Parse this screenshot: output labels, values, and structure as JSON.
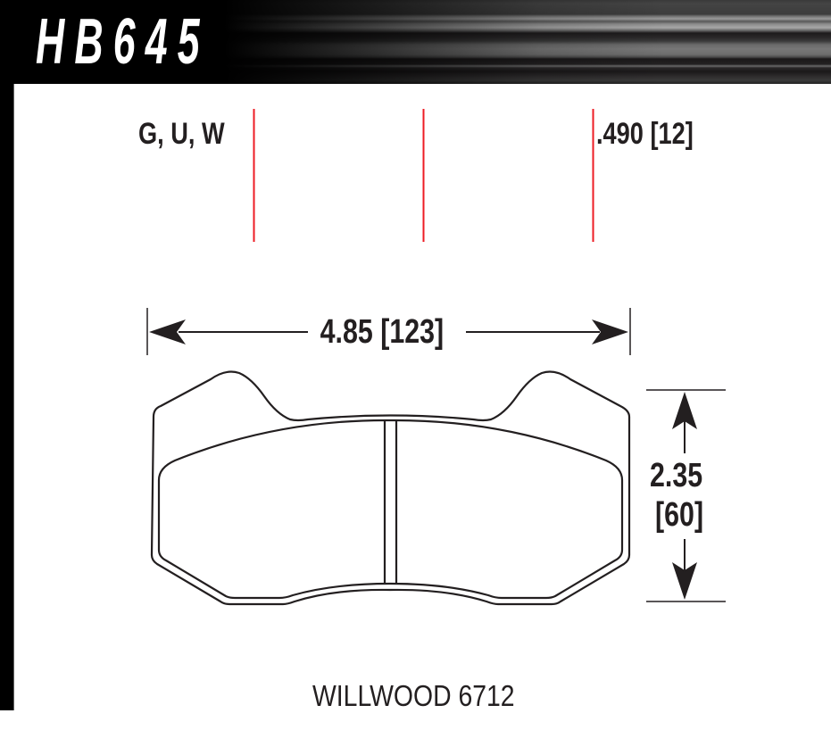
{
  "header": {
    "part_number": "HB645"
  },
  "labels": {
    "compounds": "G, U, W",
    "thickness": ".490 [12]",
    "width": "4.85 [123]",
    "height_in": "2.35",
    "height_mm": "[60]",
    "caliper": "WILLWOOD 6712"
  },
  "colors": {
    "header_bg": "#000000",
    "red_guide": "#ed1c24",
    "line": "#231f20",
    "background": "#ffffff"
  },
  "dimensions": {
    "thickness_in": 0.49,
    "thickness_mm": 12,
    "width_in": 4.85,
    "width_mm": 123,
    "height_in": 2.35,
    "height_mm": 60
  },
  "icons": {
    "red_guide_lines": "thickness-guide-icon",
    "width_arrow": "double-arrow-horizontal-icon",
    "height_arrow": "double-arrow-vertical-icon",
    "pad_outline": "brake-pad-outline-icon"
  }
}
